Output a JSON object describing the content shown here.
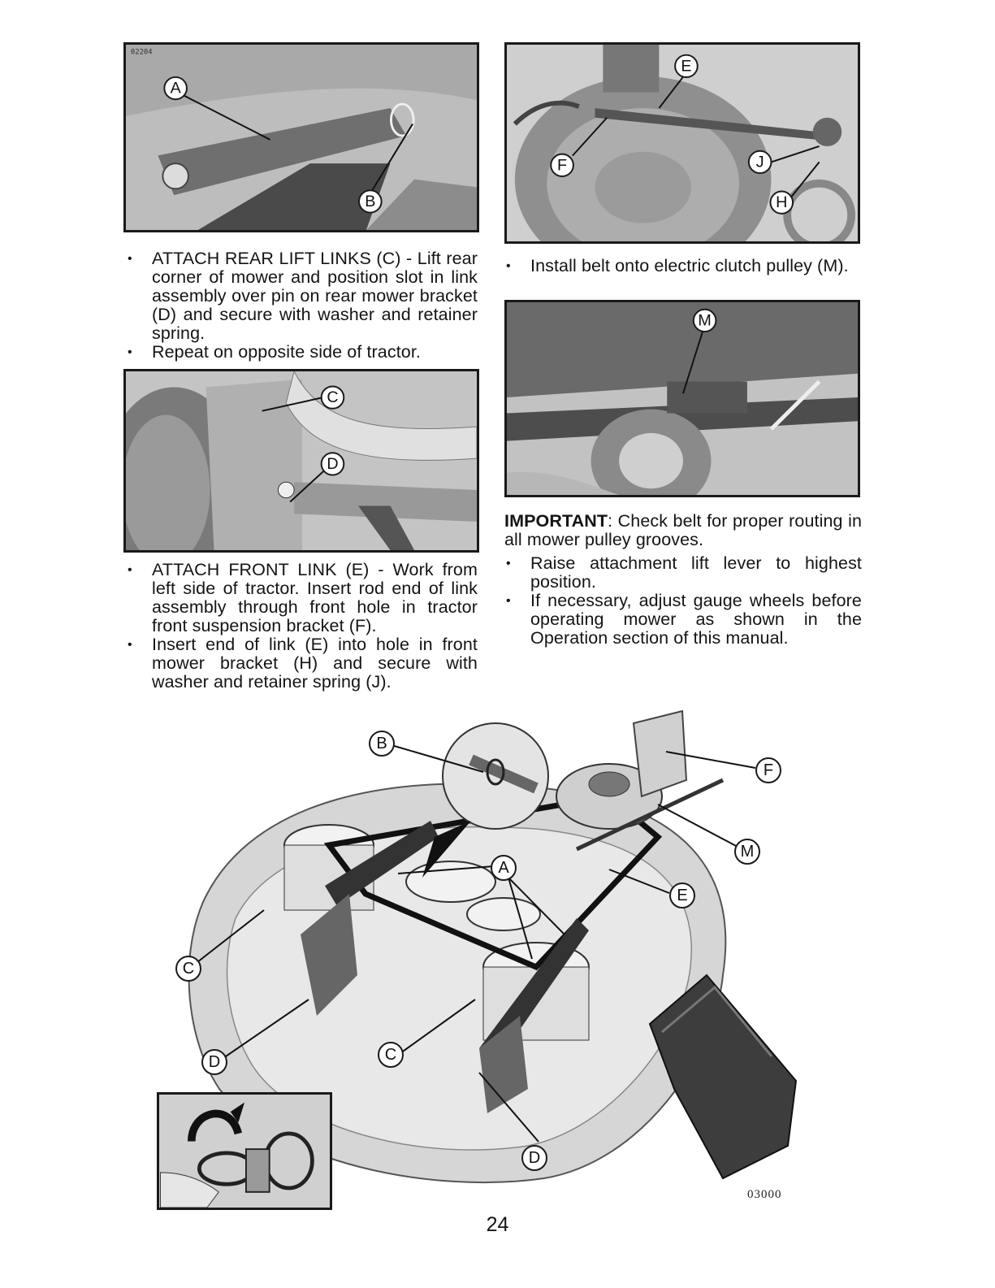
{
  "photos": {
    "rear_link_photo": {
      "tag": "02204",
      "callouts": [
        "A",
        "B"
      ]
    },
    "front_link_photo": {
      "callouts": [
        "C",
        "D"
      ]
    },
    "belt_photo": {
      "callouts": [
        "E",
        "F",
        "J",
        "H"
      ]
    },
    "clutch_photo": {
      "callouts": [
        "M"
      ]
    }
  },
  "left_column": {
    "top_bullets": [
      "ATTACH REAR LIFT LINKS (C) - Lift rear corner of mower and position slot in link assembly over pin on rear mower bracket (D) and secure with washer and retainer spring.",
      "Repeat on opposite side of tractor."
    ],
    "bottom_bullets": [
      "ATTACH FRONT LINK (E) - Work from left side of tractor. Insert rod end of link assembly through front hole in tractor front suspension bracket (F).",
      "Insert end of link (E) into hole in front mower bracket (H) and secure with washer and retainer spring (J)."
    ]
  },
  "right_column": {
    "belt_bullet": "Install belt onto electric clutch pulley (M).",
    "important_label": "IMPORTANT",
    "important_text": ": Check belt for proper routing in all mower pulley grooves.",
    "bullets": [
      "Raise attachment lift lever to highest position.",
      "If necessary, adjust gauge wheels before operating mower as shown in the Operation section of this manual."
    ]
  },
  "main_diagram": {
    "callouts": [
      "B",
      "F",
      "M",
      "A",
      "E",
      "C",
      "D",
      "C",
      "D"
    ],
    "figure_id": "03000"
  },
  "page_number": "24"
}
